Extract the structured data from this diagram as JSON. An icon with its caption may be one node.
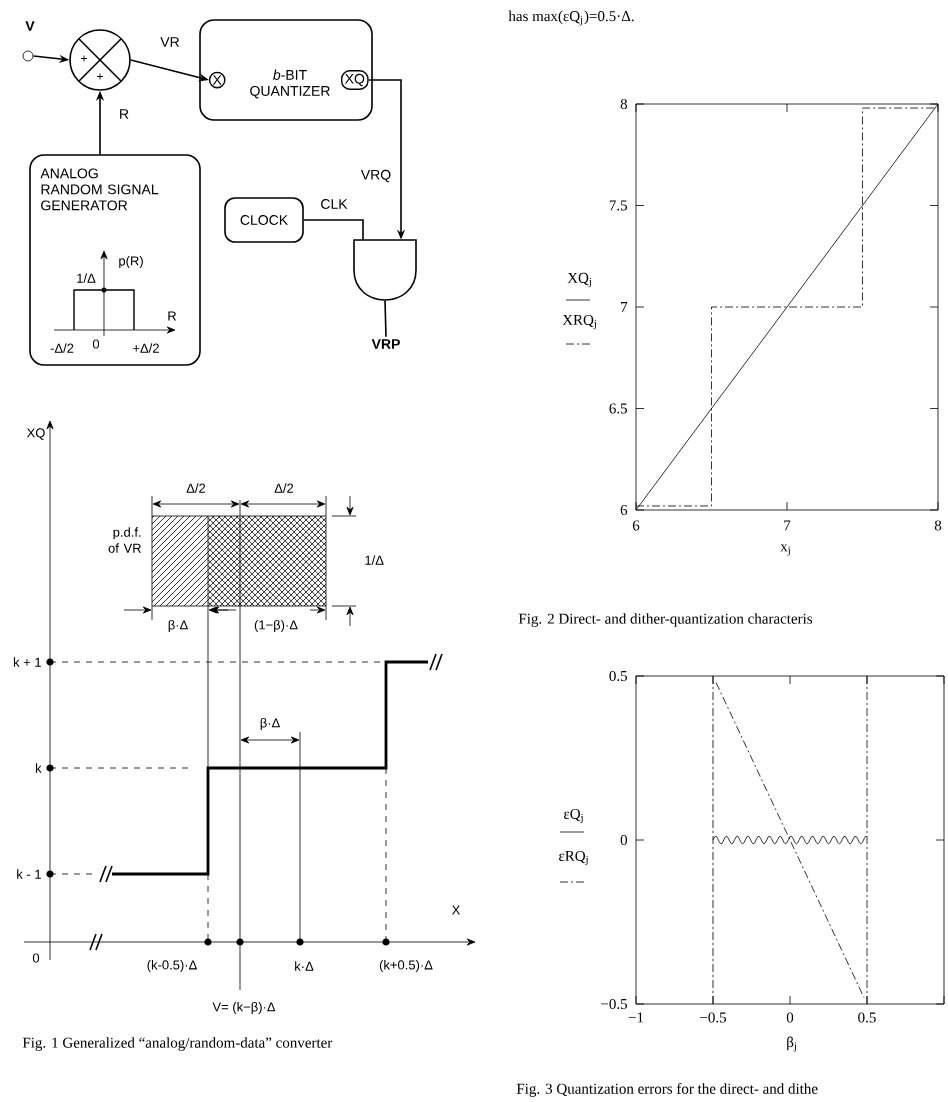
{
  "diagram": {
    "nodes": [
      {
        "text": [],
        "shape": "circle",
        "beside": [
          "V"
        ]
      },
      {
        "text": [
          "+",
          "+"
        ]
      },
      {
        "text": [
          "*b*-BIT QUANTIZER"
        ]
      },
      {
        "text": [
          "X"
        ],
        "in": 2
      },
      {
        "text": [
          "XQ"
        ],
        "in": 2
      },
      {
        "text": [
          "ANALOG RANDOM SIGNAL GENERATOR"
        ]
      },
      {
        "text": [
          "CLOCK"
        ]
      },
      {
        "text": [],
        "shape": "gate"
      },
      {
        "text": [
          "VRP"
        ]
      }
    ],
    "edges": [
      {
        "from": 0,
        "to": 1,
        "arrow": "to"
      },
      {
        "from": 1,
        "to": 3,
        "arrow": "to",
        "label": "VR"
      },
      {
        "from": 5,
        "to": 1,
        "arrow": "to",
        "label": "R"
      },
      {
        "from": 4,
        "to": 7,
        "arrow": "to",
        "label": "VRQ"
      },
      {
        "from": 6,
        "to": 7,
        "arrow": "none",
        "label": "CLK"
      },
      {
        "from": 7,
        "to": 8,
        "arrow": "none"
      }
    ],
    "labels": [
      "has max(εQ$_{j}$)=0.5·Δ.",
      "p(R)",
      "1/Δ",
      "R",
      "-Δ/2",
      "0",
      "+Δ/2",
      "XQ",
      "Δ/2",
      "Δ/2",
      "p.d.f. of VR",
      "1/Δ",
      "β·Δ",
      "(1−β)·Δ",
      "k + 1",
      "β·Δ",
      "k",
      "k - 1",
      "X",
      "0",
      "(k-0.5)·Δ",
      "k·Δ",
      "(k+0.5)·Δ",
      "V= (k−β)·Δ",
      "Fig. 1 Generalized “analog/random-data” converter",
      "8",
      "7.5",
      "7",
      "6.5",
      "6",
      "6",
      "7",
      "8",
      "x$_{j}$",
      "Fig. 2  Direct- and dither-quantization characteris",
      "0.5",
      "0",
      "−0.5",
      "−1",
      "−0.5",
      "0",
      "0.5",
      "β$_{j}$",
      "Fig. 3    Quantization errors for the direct- and dithe"
    ],
    "legend": [
      {
        "text": "XQ$_{j}$"
      },
      {
        "text": "XRQ$_{j}$"
      },
      {
        "text": "εQ$_{j}$"
      },
      {
        "text": "εRQ$_{j}$"
      }
    ]
  }
}
